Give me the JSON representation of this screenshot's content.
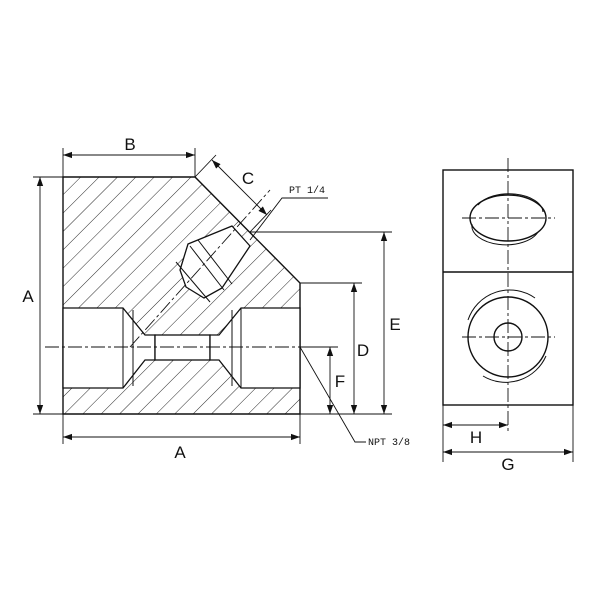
{
  "labels": {
    "a_left": "A",
    "a_bottom": "A",
    "b": "B",
    "c": "C",
    "d": "D",
    "e": "E",
    "f": "F",
    "g": "G",
    "h": "H"
  },
  "notes": {
    "port_top": "PT 1/4",
    "port_side": "NPT 3/8"
  }
}
